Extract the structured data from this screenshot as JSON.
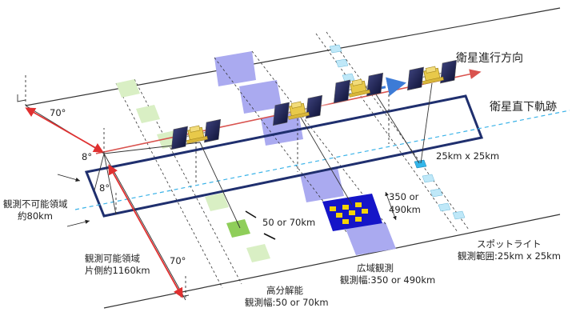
{
  "labels": {
    "satellite_direction": "衛星進行方向",
    "nadir_track": "衛星直下軌跡",
    "unobservable_1": "観測不可能領域",
    "unobservable_2": "約80km",
    "observable_1": "観測可能領域",
    "observable_2": "片側約1160km",
    "angle_70_top": "70°",
    "angle_70_bottom": "70°",
    "angle_8_a": "8°",
    "angle_8_b": "8°",
    "spot_size": "25km x 25km",
    "wide_size_1": "350 or",
    "wide_size_2": "490km",
    "hires_size": "50 or 70km",
    "spotlight_title": "スポットライト",
    "spotlight_range": "観測範囲:25km x 25km",
    "wide_title": "広域観測",
    "wide_range": "観測幅:350 or 490km",
    "hires_title": "高分解能",
    "hires_range": "観測幅:50 or 70km"
  },
  "colors": {
    "direction_arrow": "#d9534f",
    "nadir_dash": "#3bb3e8",
    "swath_frame": "#1f2f6e",
    "wide_area": "#aaaaf0",
    "wide_core": "#1515c8",
    "wide_checker": "#f5d400",
    "hires_area": "#d9efc4",
    "hires_active": "#8fce5a",
    "spot_cell": "#bfe8f8",
    "spot_active": "#33b6ea",
    "ground_line": "#333333",
    "range_arrow": "#e03030",
    "motion_arrow": "#3d7bd6"
  },
  "icons": {
    "satellite": "satellite-icon"
  }
}
